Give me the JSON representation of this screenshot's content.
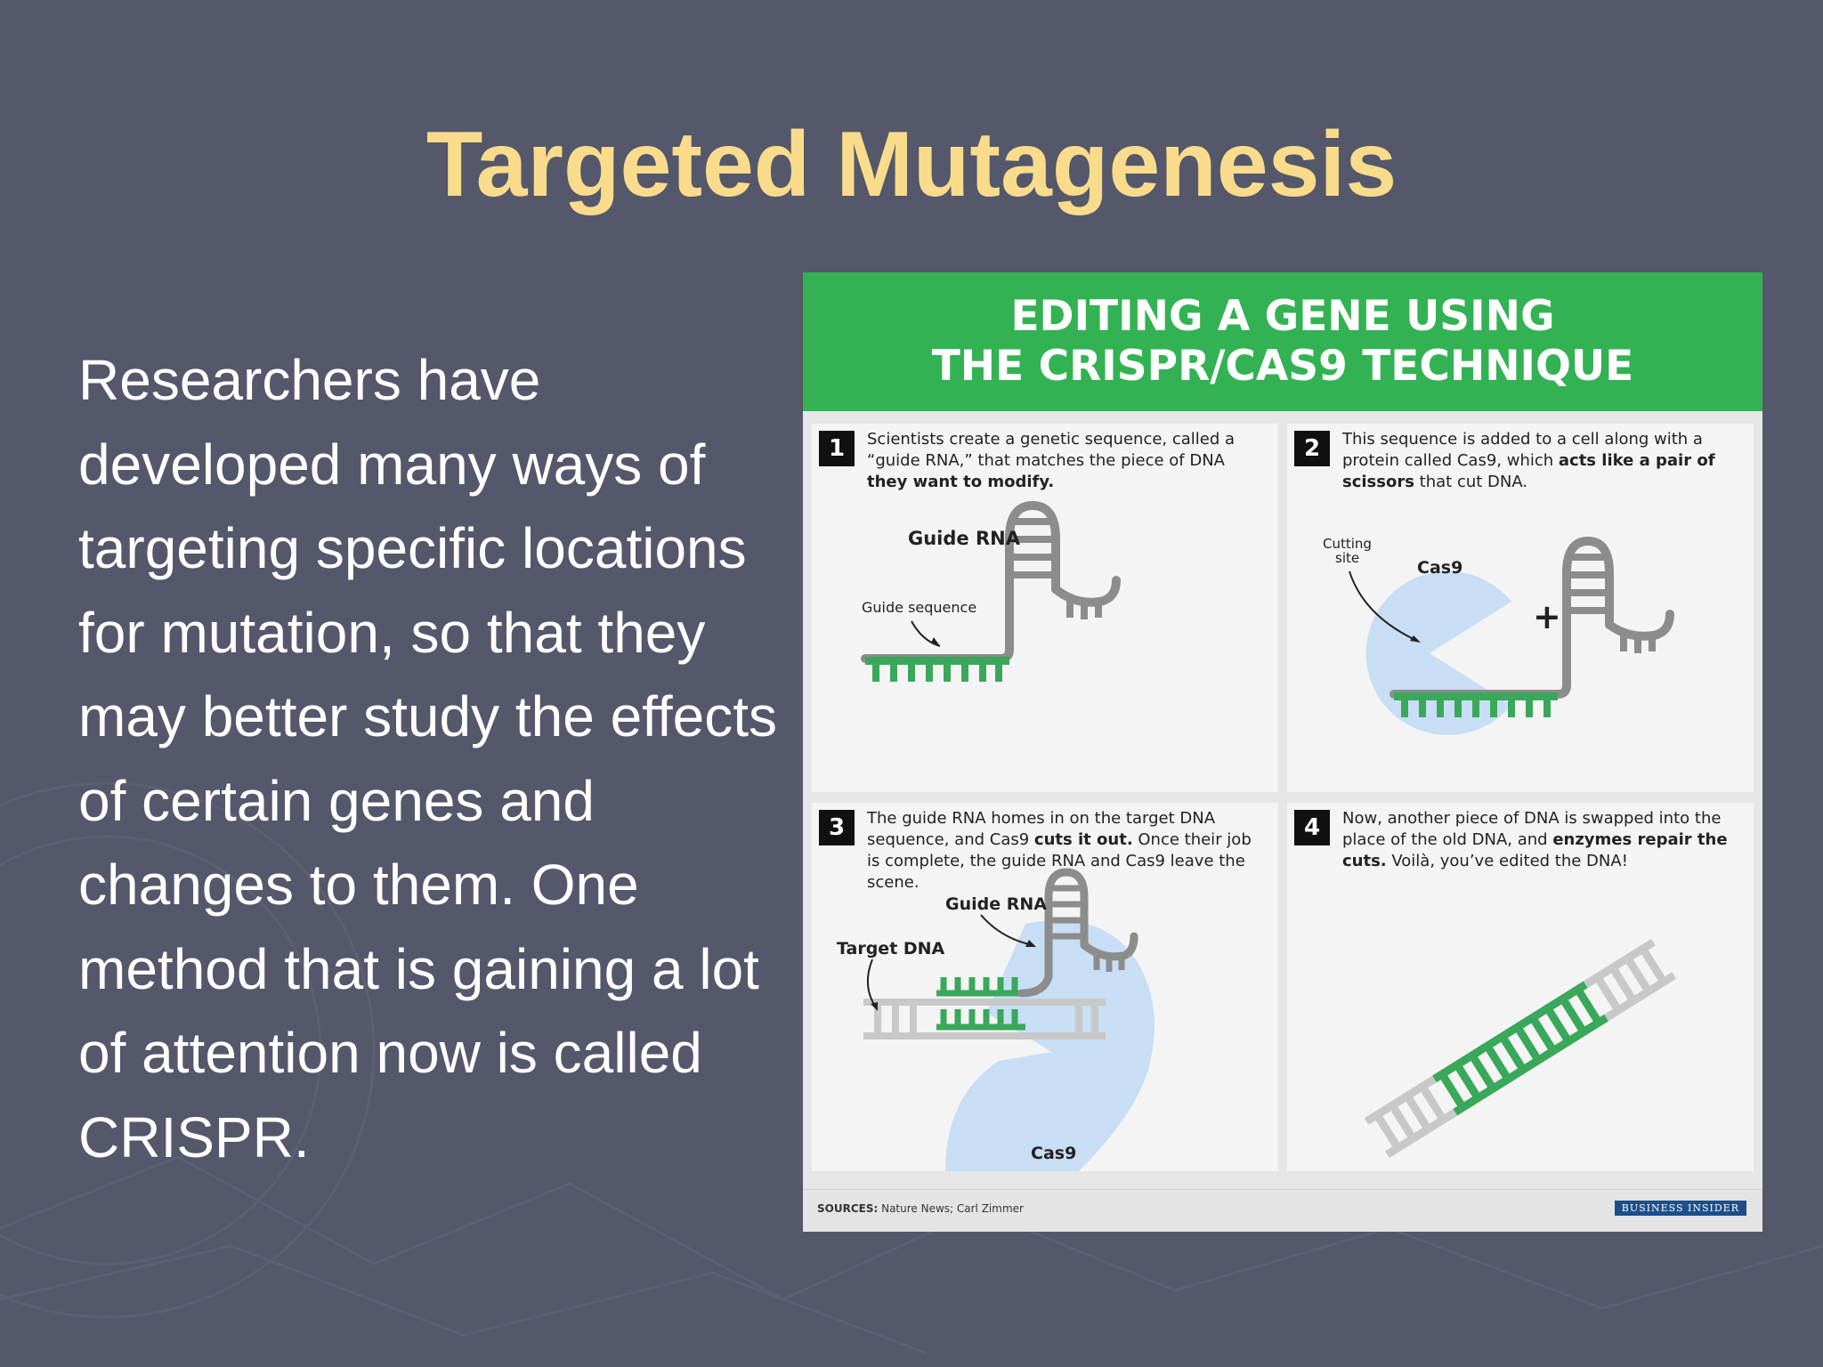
{
  "slide": {
    "title": "Targeted Mutagenesis",
    "body": "Researchers have developed many ways of targeting specific locations for mutation, so that they may better study the effects of certain genes and changes to them. One method that is gaining a lot of attention now is called CRISPR."
  },
  "infographic": {
    "header_line1": "EDITING A GENE USING",
    "header_line2": "THE CRISPR/CAS9 TECHNIQUE",
    "steps": [
      {
        "number": "1",
        "text_parts": [
          "Scientists create a genetic sequence, called a “guide RNA,” that matches the piece of DNA ",
          "they want to modify."
        ]
      },
      {
        "number": "2",
        "text_parts": [
          "This sequence is added to a cell along with a protein called Cas9, which ",
          "acts like a pair of scissors",
          " that cut DNA."
        ]
      },
      {
        "number": "3",
        "text_parts": [
          "The guide RNA homes in on the target DNA sequence, and Cas9 ",
          "cuts it out.",
          " Once their job is complete, the guide RNA and Cas9 leave the scene."
        ]
      },
      {
        "number": "4",
        "text_parts": [
          "Now, another piece of DNA is swapped into the place of the old DNA, and ",
          "enzymes repair the cuts.",
          " Voilà, you’ve edited the DNA!"
        ]
      }
    ],
    "labels": {
      "guide_rna": "Guide RNA",
      "guide_sequence": "Guide sequence",
      "cutting_site_line1": "Cutting",
      "cutting_site_line2": "site",
      "cas9": "Cas9",
      "plus": "+",
      "target_dna": "Target DNA"
    },
    "footer": {
      "sources_label": "SOURCES:",
      "sources_text": " Nature News; Carl Zimmer",
      "logo": "BUSINESS INSIDER"
    },
    "colors": {
      "header_green": "#33b254",
      "strand_green": "#3aa85a",
      "rna_gray": "#8c8c8c",
      "cas9_blue": "#c7def4"
    }
  }
}
